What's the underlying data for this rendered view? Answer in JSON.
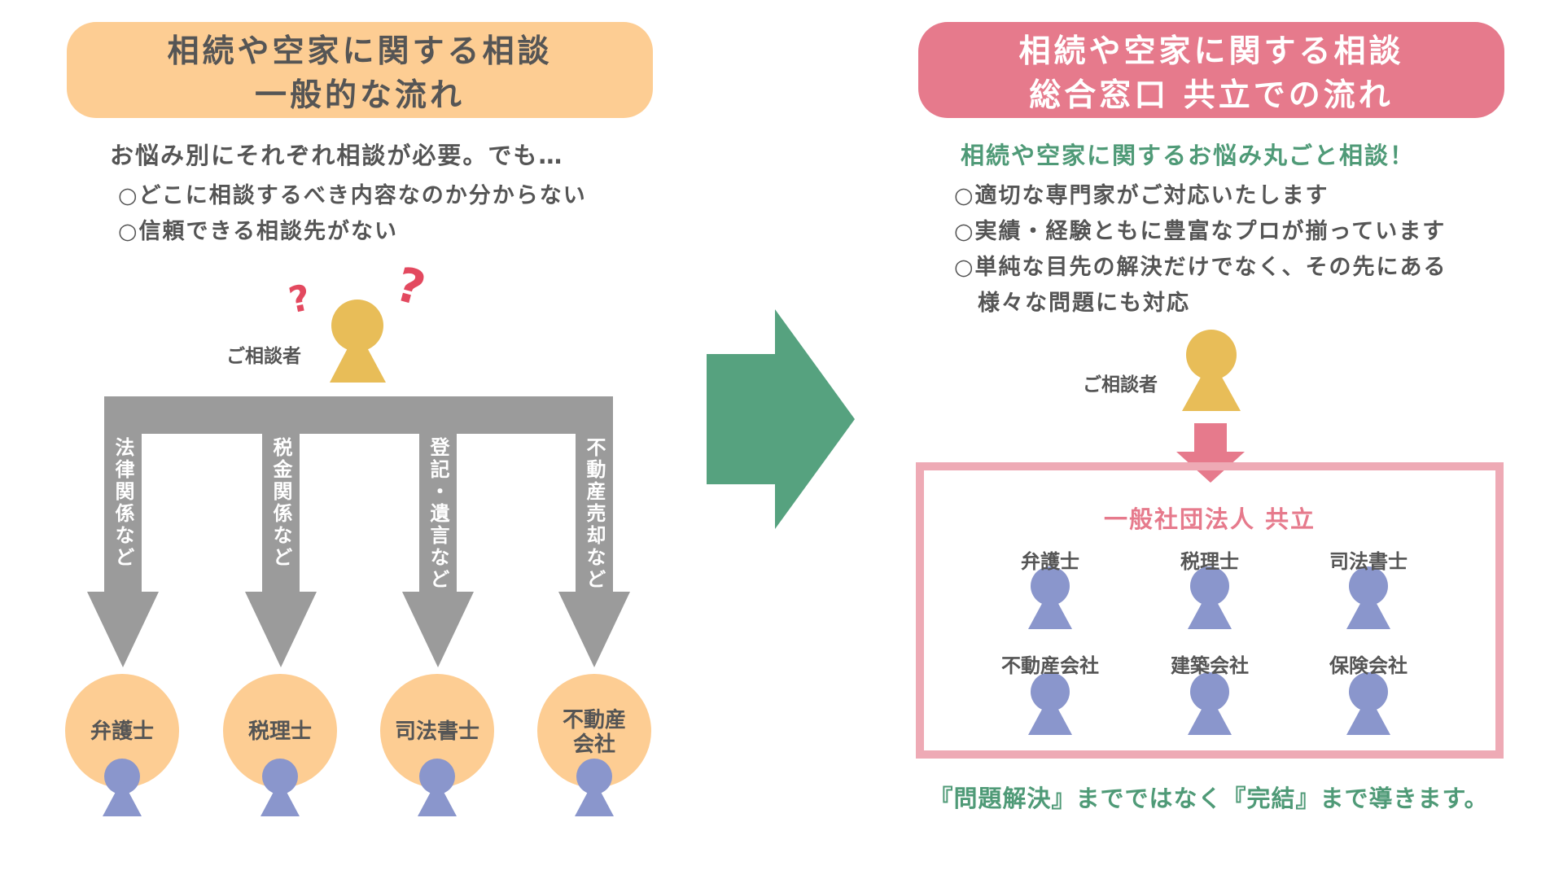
{
  "colors": {
    "orange": "#fdcd93",
    "pink": "#e67a8c",
    "pink_light": "#eeaab5",
    "gray": "#9b9b9b",
    "green": "#56a27f",
    "person_yellow": "#e8bd58",
    "person_blue": "#8a96cc",
    "question_red": "#e3495f"
  },
  "left": {
    "title_line1": "相続や空家に関する相談",
    "title_line2": "一般的な流れ",
    "lead": "お悩み別にそれぞれ相談が必要。でも…",
    "bullets": [
      "○どこに相談するべき内容なのか分からない",
      "○信頼できる相談先がない"
    ],
    "person_label": "ご相談者",
    "question_icon": "question-mark-icon",
    "branches": [
      {
        "label": "法律関係など",
        "target_line1": "弁護士",
        "target_line2": ""
      },
      {
        "label": "税金関係など",
        "target_line1": "税理士",
        "target_line2": ""
      },
      {
        "label": "登記・遺言など",
        "target_line1": "司法書士",
        "target_line2": ""
      },
      {
        "label": "不動産売却など",
        "target_line1": "不動産",
        "target_line2": "会社"
      }
    ]
  },
  "center_arrow_icon": "right-arrow-icon",
  "right": {
    "title_line1": "相続や空家に関する相談",
    "title_line2": "総合窓口 共立での流れ",
    "lead": "相続や空家に関するお悩み丸ごと相談！",
    "bullets": [
      "○適切な専門家がご対応いたします",
      "○実績・経験ともに豊富なプロが揃っています",
      "○単純な目先の解決だけでなく、その先にある",
      "　様々な問題にも対応"
    ],
    "person_label": "ご相談者",
    "org_name": "一般社団法人 共立",
    "professionals": [
      "弁護士",
      "税理士",
      "司法書士",
      "不動産会社",
      "建築会社",
      "保険会社"
    ],
    "footer": "『問題解決』までではなく『完結』まで導きます。"
  }
}
